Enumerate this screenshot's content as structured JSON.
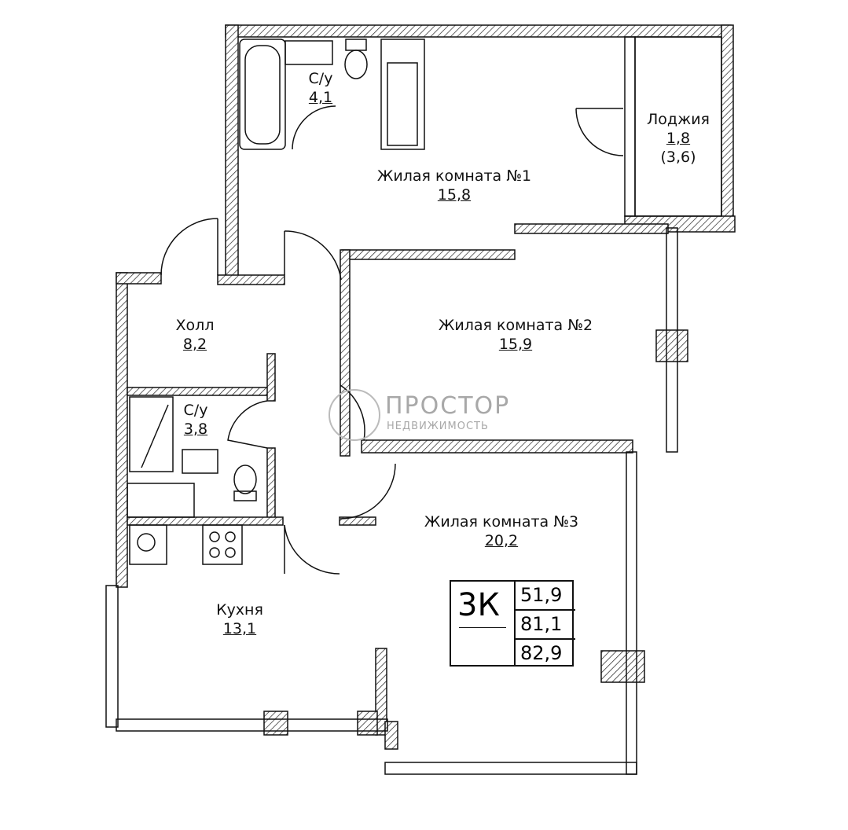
{
  "rooms": {
    "bath1": {
      "name": "С/у",
      "area": "4,1"
    },
    "bedroom1": {
      "name": "Жилая комната №1",
      "area": "15,8"
    },
    "loggia": {
      "name": "Лоджия",
      "area": "1,8",
      "area_full": "(3,6)"
    },
    "hall": {
      "name": "Холл",
      "area": "8,2"
    },
    "bedroom2": {
      "name": "Жилая комната №2",
      "area": "15,9"
    },
    "bath2": {
      "name": "С/у",
      "area": "3,8"
    },
    "bedroom3": {
      "name": "Жилая комната №3",
      "area": "20,2"
    },
    "kitchen": {
      "name": "Кухня",
      "area": "13,1"
    }
  },
  "summary": {
    "type": "3К",
    "living_area": "51,9",
    "total_area": "81,1",
    "total_area_with_loggia": "82,9"
  },
  "watermark": {
    "title": "ПРОСТОР",
    "subtitle": "НЕДВИЖИМОСТЬ"
  }
}
